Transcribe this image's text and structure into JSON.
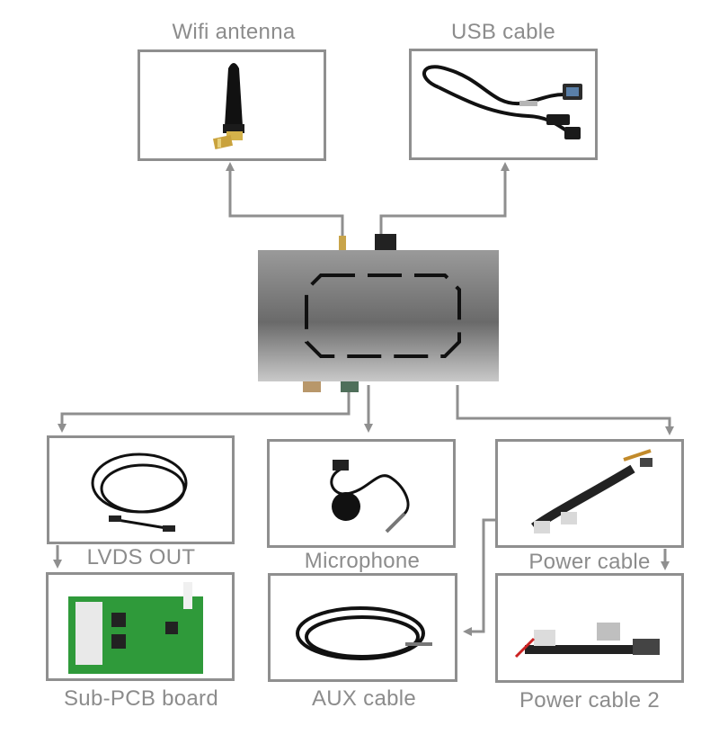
{
  "diagram": {
    "labels": {
      "wifi_antenna": "Wifi antenna",
      "usb_cable": "USB cable",
      "lvds_out": "LVDS OUT",
      "microphone": "Microphone",
      "power_cable": "Power cable",
      "sub_pcb_board": "Sub-PCB board",
      "aux_cable": "AUX cable",
      "power_cable_2": "Power cable 2"
    },
    "colors": {
      "connector_line": "#8f8f8f",
      "label_text": "#8c8c8c",
      "module_body": "#6e6e6e",
      "pcb_green": "#2f9a3a"
    }
  }
}
